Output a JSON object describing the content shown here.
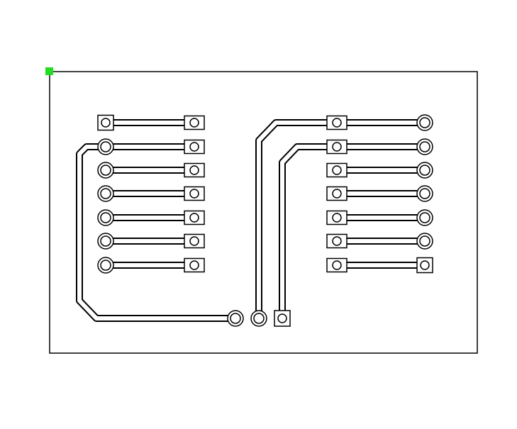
{
  "colors": {
    "background": "#ffffff",
    "outline": "#000000",
    "fill": "#ffffff",
    "origin_marker": "#22dd22"
  },
  "board": {
    "left_connector_pins": 7,
    "right_connector_pins": 7,
    "bottom_pins": 3
  },
  "icons": {
    "origin": "origin-marker-icon",
    "round_pad": "round-pad-icon",
    "square_pad": "square-pad-icon"
  }
}
